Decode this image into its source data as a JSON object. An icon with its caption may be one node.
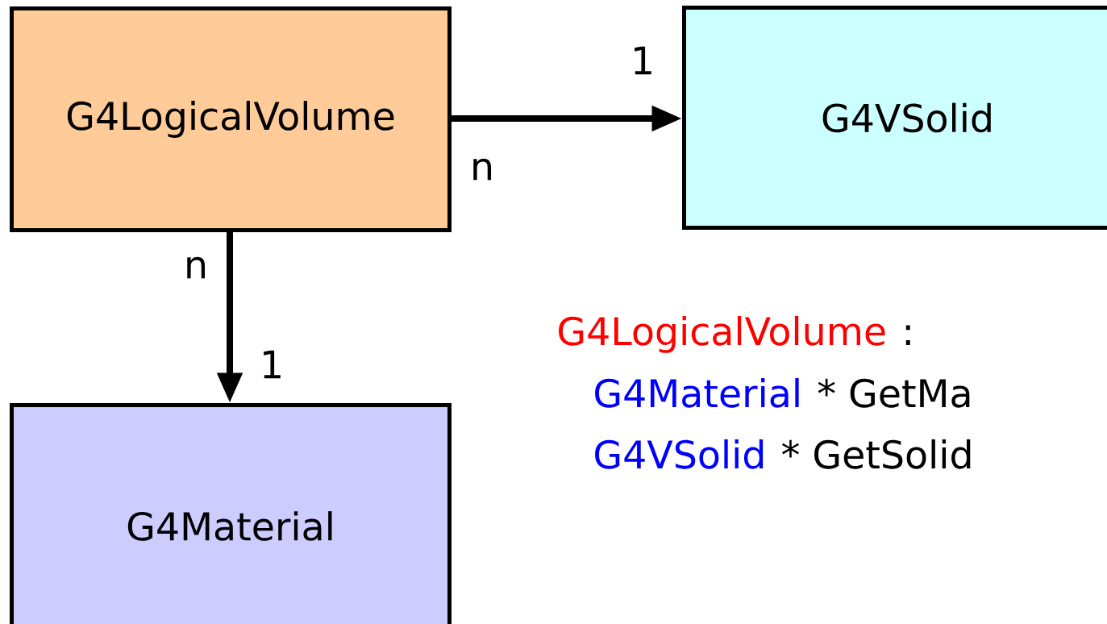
{
  "diagram": {
    "nodes": [
      {
        "text": [
          "G4LogicalVolume"
        ]
      },
      {
        "text": [
          "G4VSolid"
        ]
      },
      {
        "text": [
          "G4Material"
        ]
      }
    ],
    "edges": [
      {
        "from": 0,
        "to": 1,
        "arrow": "to"
      },
      {
        "from": 0,
        "to": 2,
        "arrow": "to"
      }
    ],
    "labels": [
      "1",
      "n",
      "n",
      "1",
      "G4LogicalVolume",
      ":",
      "G4Material",
      "* GetMa",
      "G4VSolid",
      "* GetSolid"
    ]
  }
}
